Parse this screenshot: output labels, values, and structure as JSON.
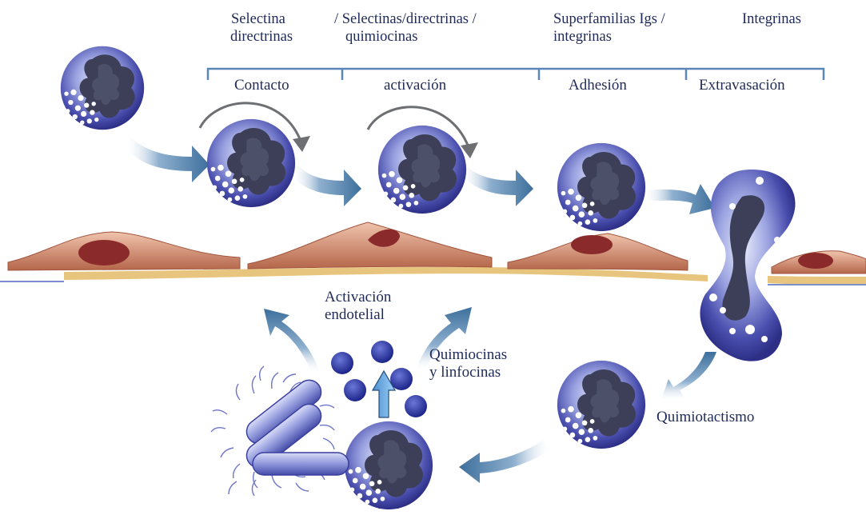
{
  "headers": {
    "col1": {
      "line1": "Selectina",
      "line2": "directrinas"
    },
    "col2": {
      "line1": "/ Selectinas/directrinas /",
      "line2": "quimiocinas"
    },
    "col3": {
      "line1": "Superfamilias Igs /",
      "line2": "integrinas"
    },
    "col4": {
      "line1": "Integrinas"
    }
  },
  "stages": {
    "contacto": "Contacto",
    "activacion": "activación",
    "adhesion": "Adhesión",
    "extravasacion": "Extravasación"
  },
  "labels": {
    "activacion_endotelial_1": "Activación",
    "activacion_endotelial_2": "endotelial",
    "quimiocinas_1": "Quimiocinas",
    "quimiocinas_2": "y  linfocinas",
    "quimiotactismo": "Quimiotactismo"
  },
  "colors": {
    "cell_blue": "#3a3f9e",
    "nucleus": "#3b3f55",
    "arrow_blue": "#4f7ea8",
    "bracket": "#5b86b8",
    "endothelium": "#c98a70",
    "endo_nucleus": "#8b2a2a",
    "basement": "#e7c37b"
  },
  "icons": [
    "leukocyte-cell-icon",
    "bacteria-icon",
    "chemokine-particle-icon",
    "curved-arrow-icon"
  ]
}
